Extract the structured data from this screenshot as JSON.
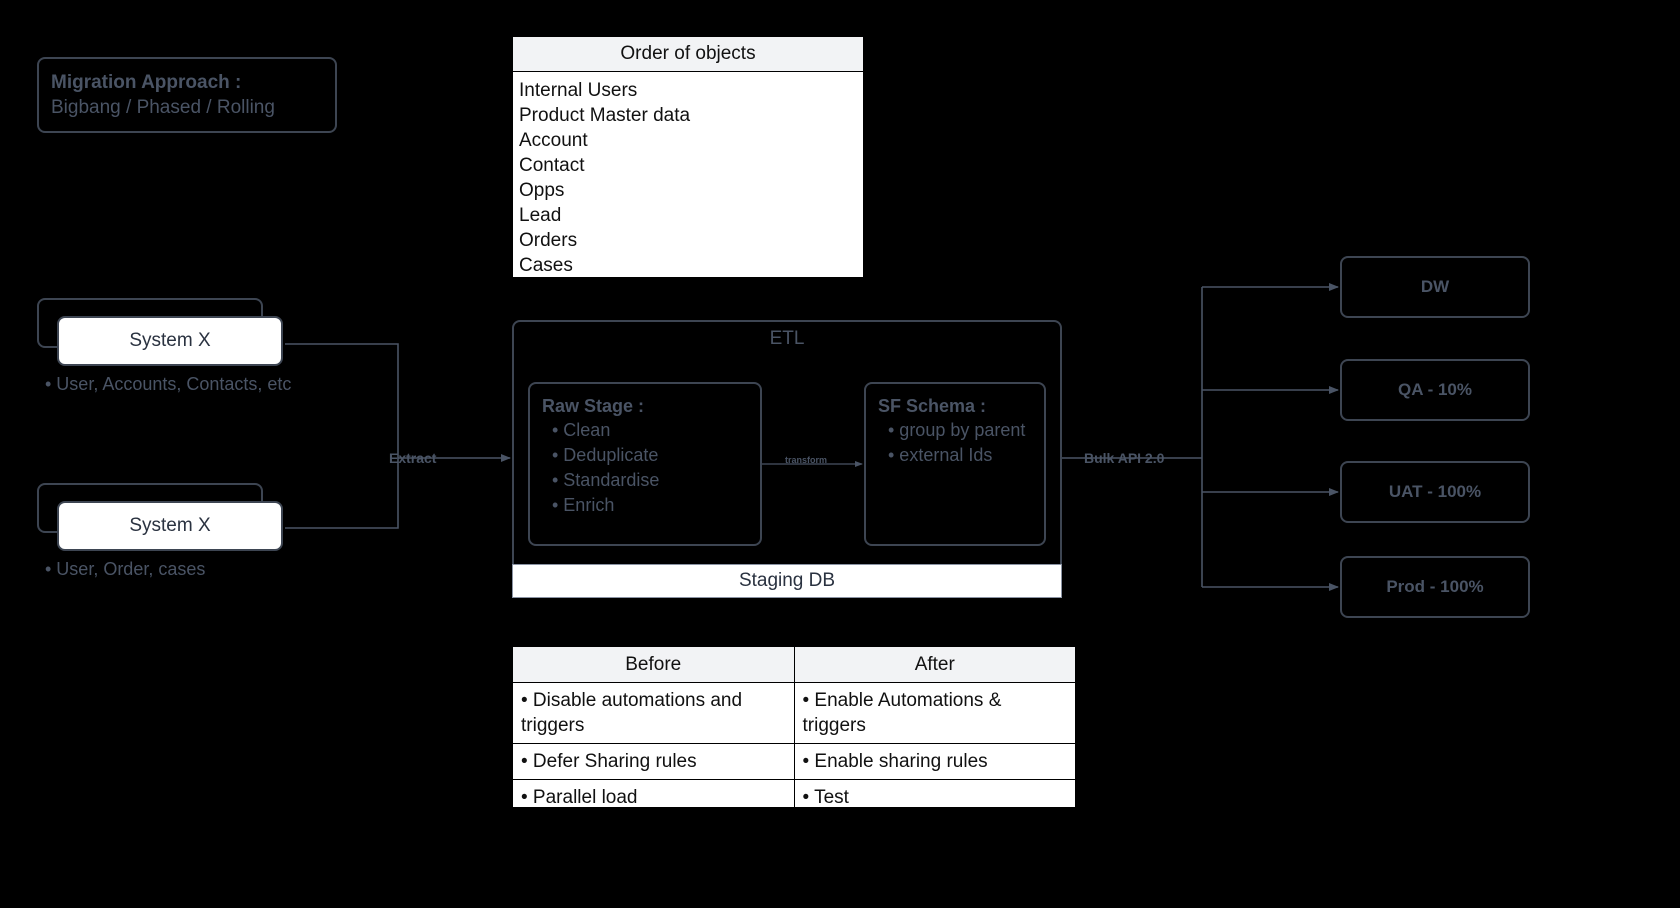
{
  "migration_approach": {
    "title": "Migration Approach :",
    "subtitle": "Bigbang / Phased / Rolling"
  },
  "order_of_objects": {
    "header": "Order of objects",
    "items": [
      "Internal Users",
      "Product Master data",
      "Account",
      "Contact",
      "Opps",
      "Lead",
      "Orders",
      "Cases"
    ]
  },
  "sources": [
    {
      "label": "System X",
      "note": "• User, Accounts, Contacts, etc"
    },
    {
      "label": "System X",
      "note": "• User, Order, cases"
    }
  ],
  "etl": {
    "title": "ETL",
    "raw_stage": {
      "title": "Raw Stage :",
      "items": [
        "• Clean",
        "• Deduplicate",
        "• Standardise",
        "• Enrich"
      ]
    },
    "sf_schema": {
      "title": "SF Schema :",
      "items": [
        "• group by parent",
        "• external Ids"
      ]
    },
    "staging_db": "Staging DB"
  },
  "edges": {
    "extract": "Extract",
    "transform": "transform",
    "bulk_api": "Bulk API 2.0"
  },
  "environments": [
    {
      "label": "DW"
    },
    {
      "label": "QA - 10%"
    },
    {
      "label": "UAT - 100%"
    },
    {
      "label": "Prod - 100%"
    }
  ],
  "before_after": {
    "headers": [
      "Before",
      "After"
    ],
    "rows": [
      [
        "• Disable automations and triggers",
        "• Enable Automations & triggers"
      ],
      [
        "• Defer Sharing rules",
        "• Enable sharing rules"
      ],
      [
        "• Parallel load",
        "• Test"
      ]
    ]
  },
  "colors": {
    "background": "#000000",
    "stroke": "#3d4552",
    "dim_text": "#4a5465",
    "card_fill": "#ffffff",
    "table_header_fill": "#f2f3f5"
  }
}
